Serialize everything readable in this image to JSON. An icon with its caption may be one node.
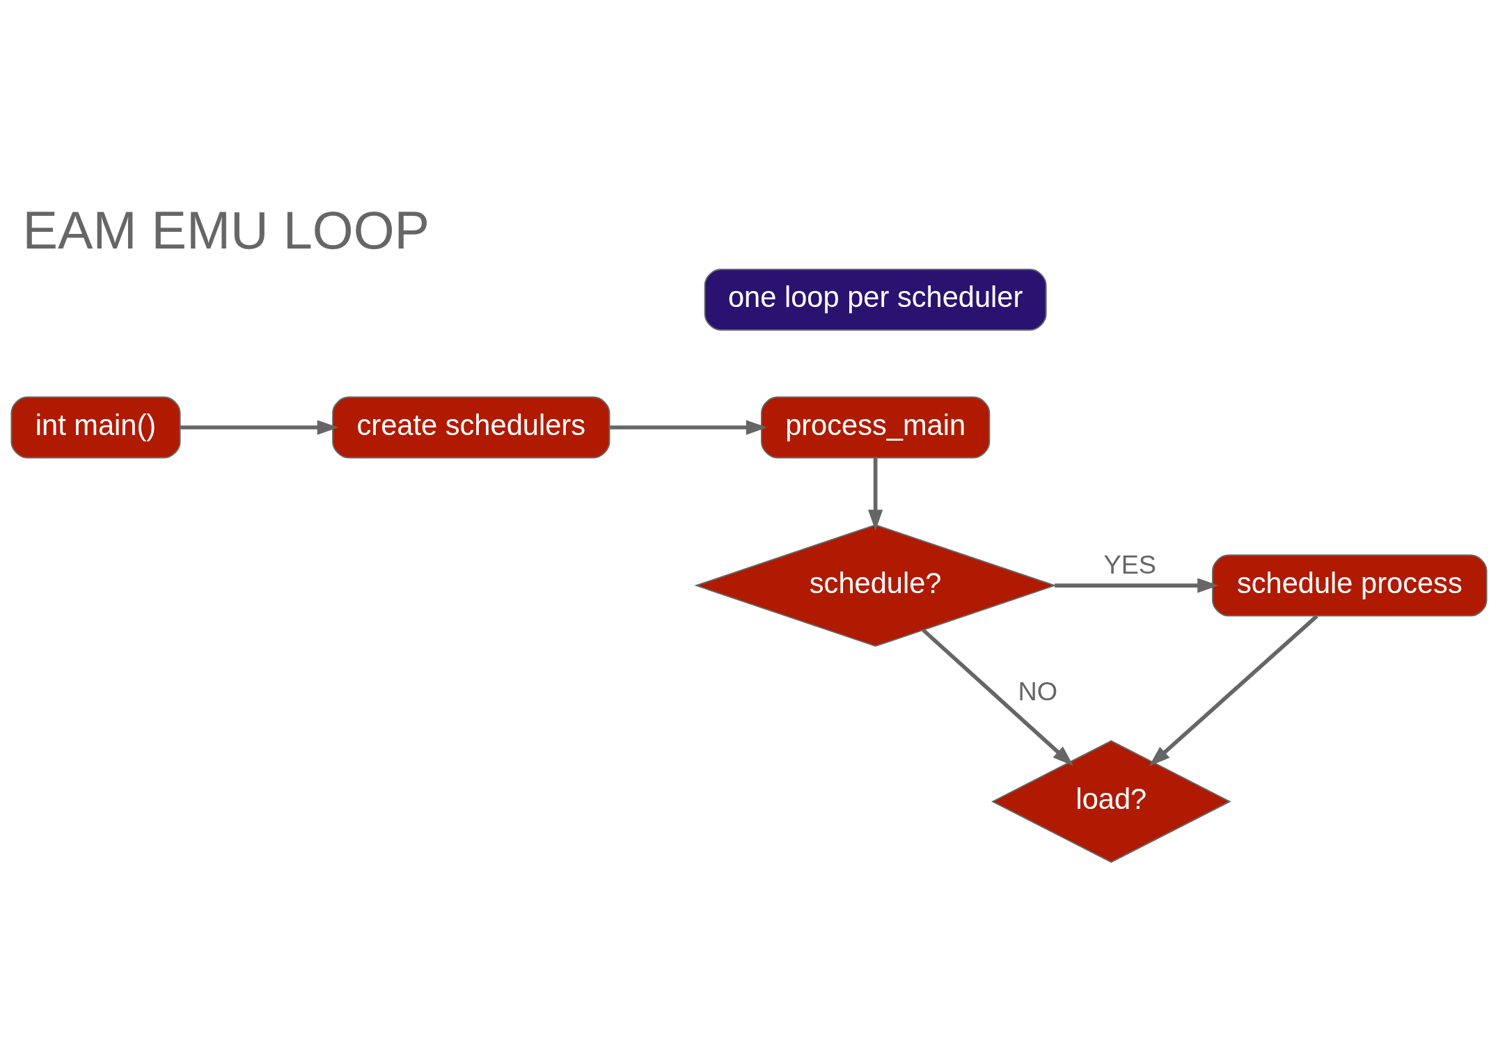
{
  "diagram": {
    "title": "EAM EMU LOOP",
    "nodes": [
      {
        "text": [
          "int main()"
        ]
      },
      {
        "text": [
          "create schedulers"
        ]
      },
      {
        "text": [
          "process_main"
        ]
      },
      {
        "text": [
          "one loop per scheduler"
        ]
      },
      {
        "text": [
          "schedule?"
        ]
      },
      {
        "text": [
          "schedule process"
        ]
      },
      {
        "text": [
          "load?"
        ]
      }
    ],
    "edges": [
      {
        "from": 0,
        "to": 1,
        "arrow": "to"
      },
      {
        "from": 1,
        "to": 2,
        "arrow": "to"
      },
      {
        "from": 2,
        "to": 4,
        "arrow": "to"
      },
      {
        "from": 4,
        "to": 5,
        "arrow": "to",
        "label": "YES"
      },
      {
        "from": 4,
        "to": 6,
        "arrow": "to",
        "label": "NO"
      },
      {
        "from": 5,
        "to": 6,
        "arrow": "to"
      }
    ]
  }
}
